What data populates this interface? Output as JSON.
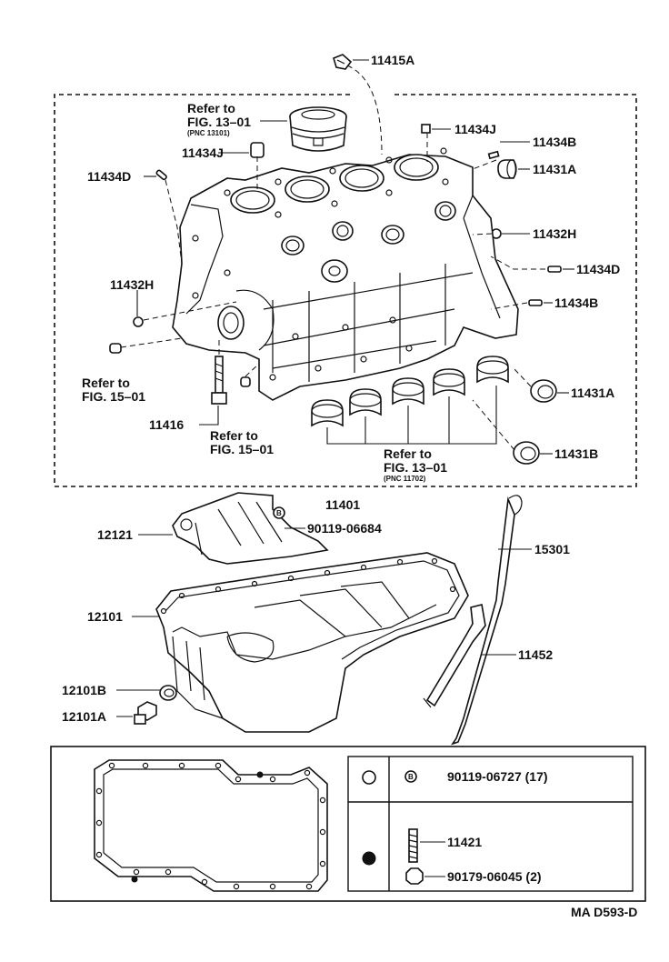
{
  "labels": {
    "p11415A": "11415A",
    "refer_piston_1": "Refer to",
    "refer_piston_2": "FIG. 13–01",
    "refer_piston_pnc": "(PNC 13101)",
    "p11434J_top": "11434J",
    "p11434J_left": "11434J",
    "p11434B_top": "11434B",
    "p11431A_top": "11431A",
    "p11434D_left": "11434D",
    "p11432H_right": "11432H",
    "p11434D_right": "11434D",
    "p11432H_left": "11432H",
    "p11434B_right": "11434B",
    "refer_left_1": "Refer to",
    "refer_left_2": "FIG. 15–01",
    "p11431A_bottom": "11431A",
    "p11416": "11416",
    "refer_mid_1": "Refer to",
    "refer_mid_2": "FIG. 15–01",
    "refer_bearing_1": "Refer to",
    "refer_bearing_2": "FIG. 13–01",
    "refer_bearing_pnc": "(PNC 11702)",
    "p11431B": "11431B",
    "p11401": "11401",
    "p12121": "12121",
    "p90119_06684": "90119-06684",
    "p15301": "15301",
    "p12101": "12101",
    "p11452": "11452",
    "p12101B": "12101B",
    "p12101A": "12101A",
    "bolt_glyph": "B",
    "legend_90119_06727": "90119-06727 (17)",
    "legend_11421": "11421",
    "legend_90179_06045": "90179-06045 (2)",
    "footer_code": "MA  D593-D"
  }
}
